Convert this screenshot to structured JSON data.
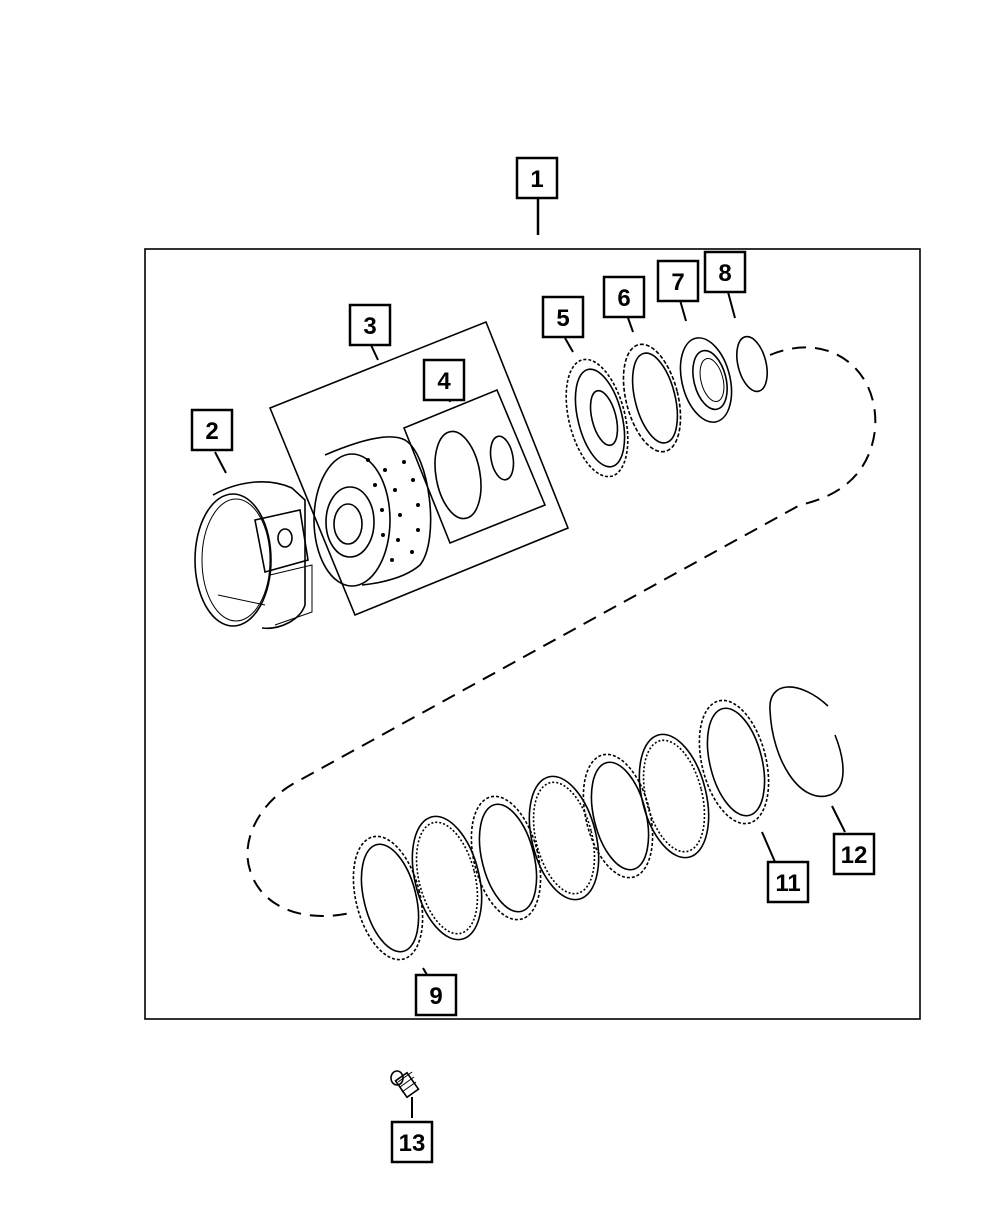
{
  "diagram": {
    "callouts": [
      {
        "id": "c1",
        "label": "1"
      },
      {
        "id": "c2",
        "label": "2"
      },
      {
        "id": "c3",
        "label": "3"
      },
      {
        "id": "c4",
        "label": "4"
      },
      {
        "id": "c5",
        "label": "5"
      },
      {
        "id": "c6",
        "label": "6"
      },
      {
        "id": "c7",
        "label": "7"
      },
      {
        "id": "c8",
        "label": "8"
      },
      {
        "id": "c9",
        "label": "9"
      },
      {
        "id": "c11",
        "label": "11"
      },
      {
        "id": "c12",
        "label": "12"
      },
      {
        "id": "c13",
        "label": "13"
      }
    ]
  }
}
